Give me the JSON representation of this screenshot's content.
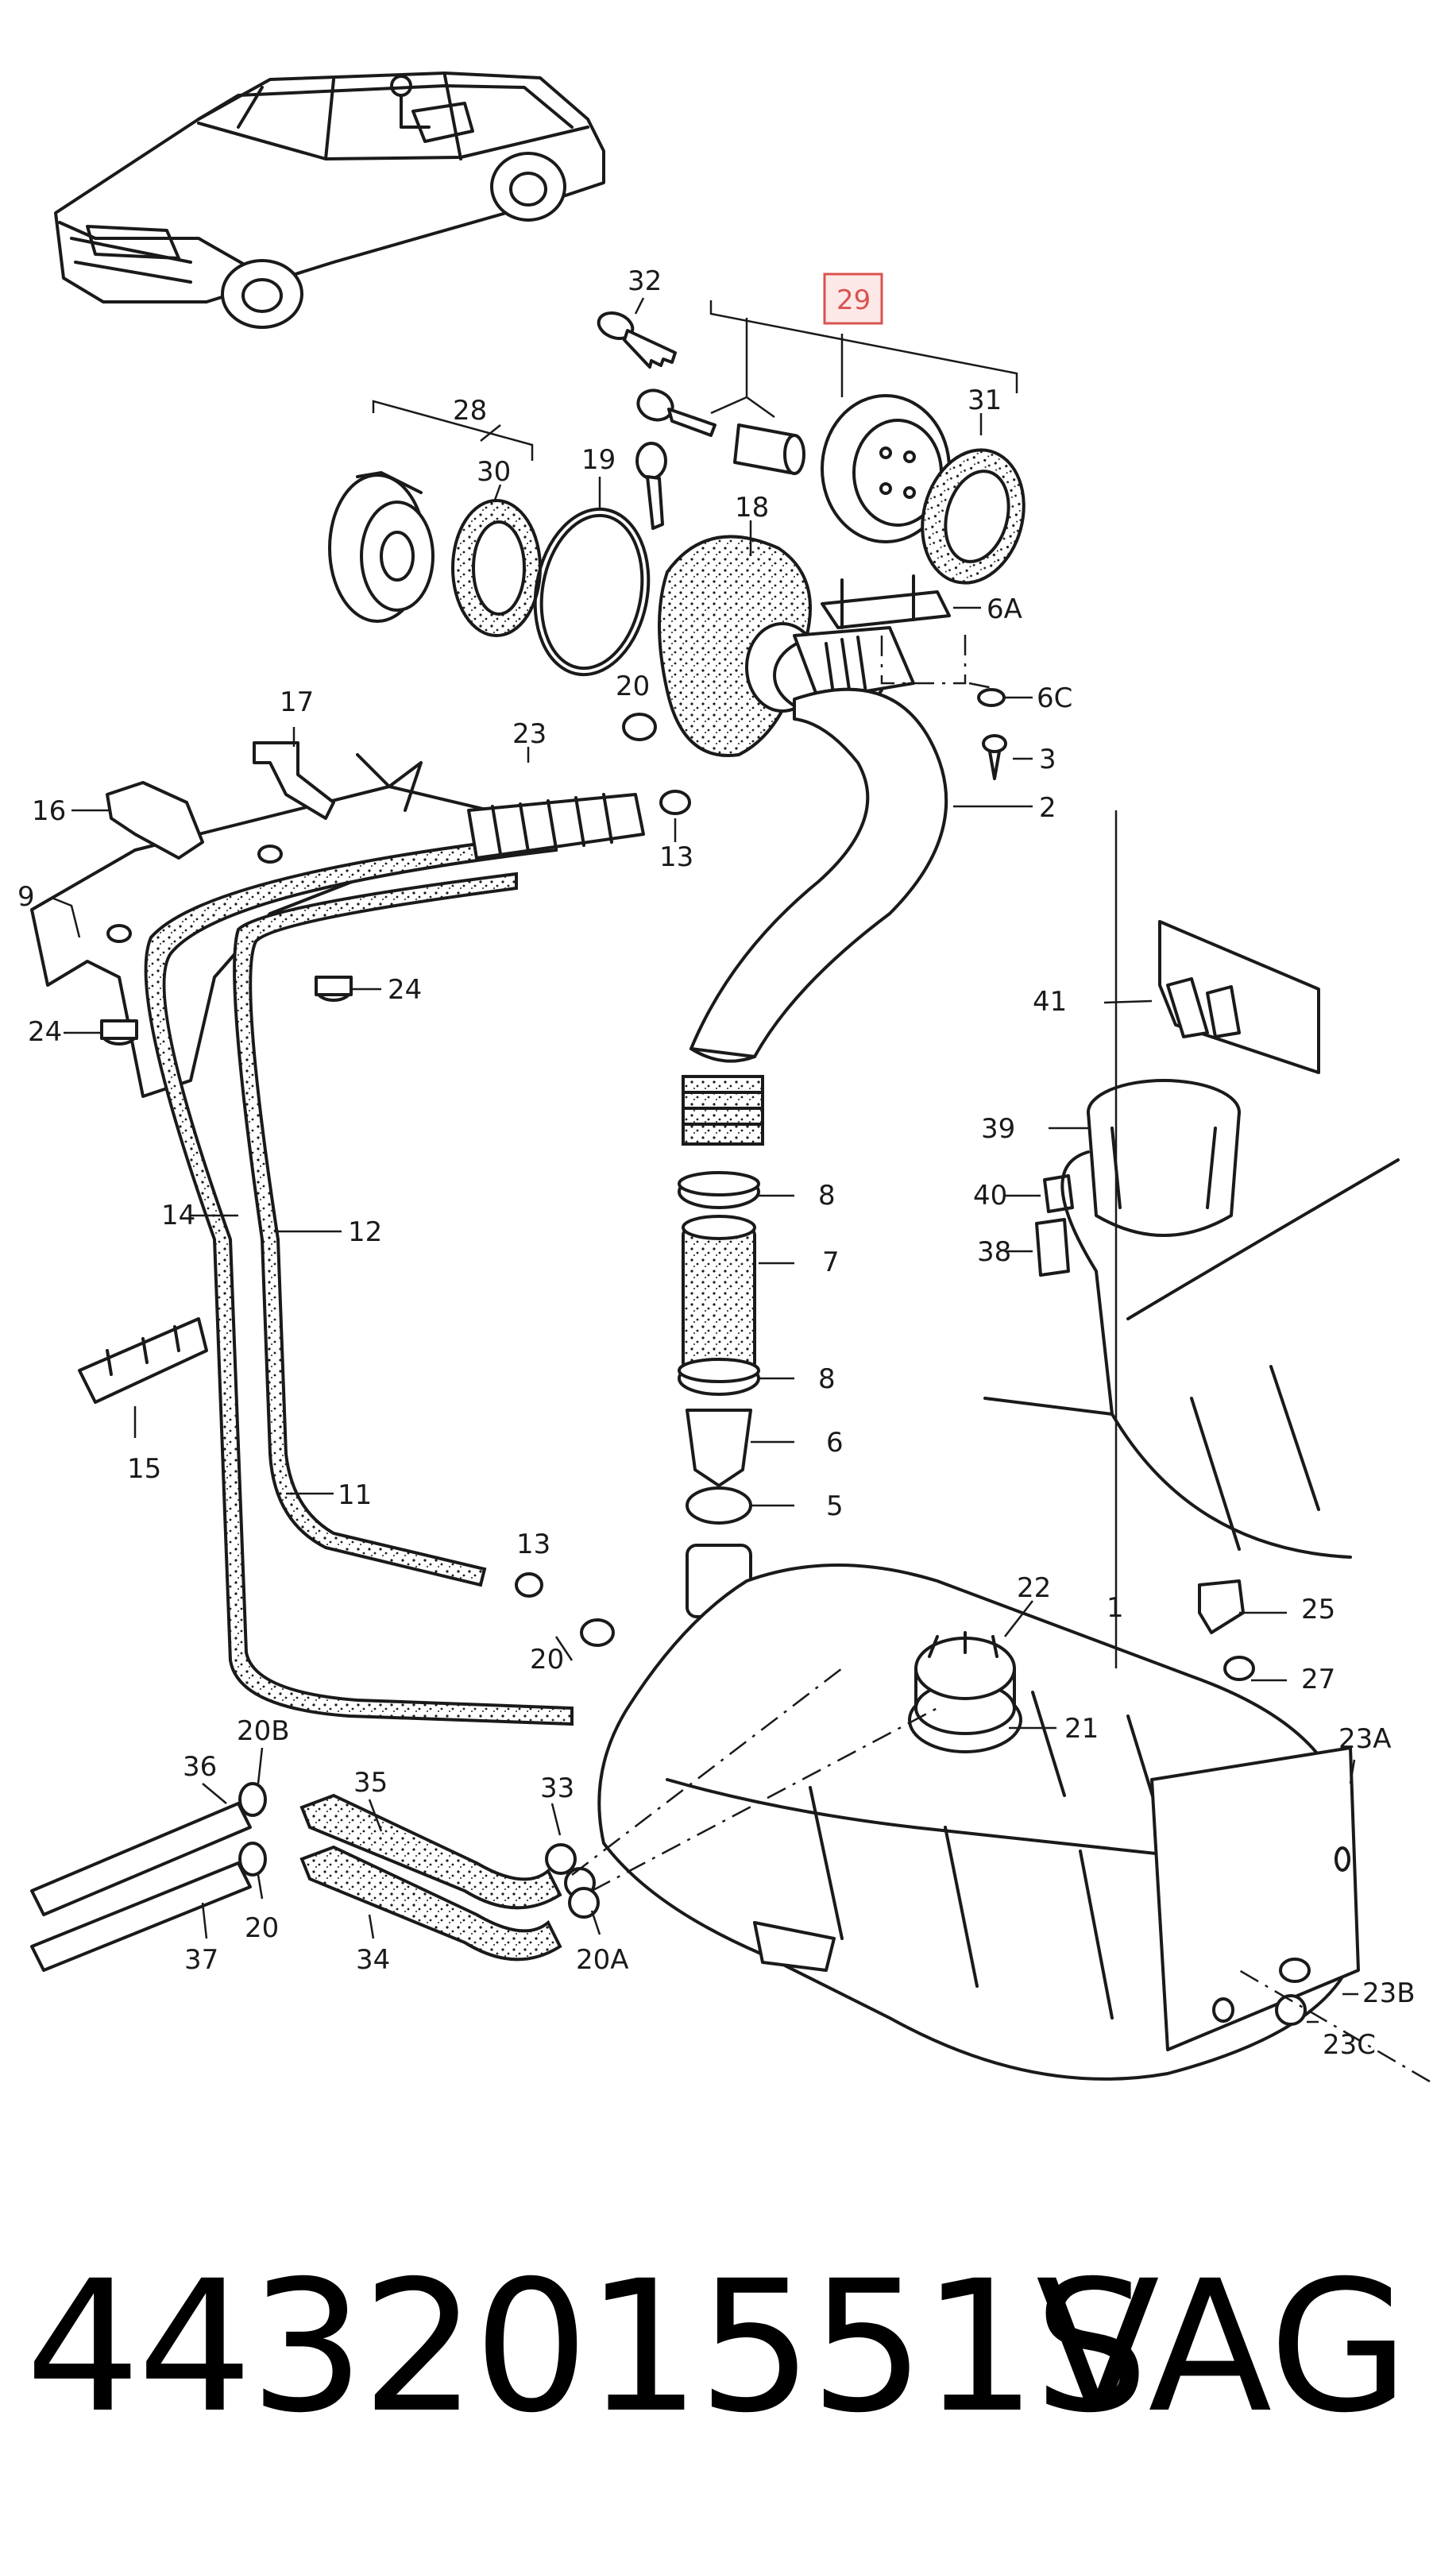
{
  "diagram": {
    "highlight_color": "#d9534f",
    "highlight_fill": "#fde8e8",
    "callouts": {
      "c1": "1",
      "c2": "2",
      "c3": "3",
      "c5": "5",
      "c6": "6",
      "c6A": "6A",
      "c6C": "6C",
      "c7": "7",
      "c8a": "8",
      "c8b": "8",
      "c9": "9",
      "c11": "11",
      "c12": "12",
      "c13a": "13",
      "c13b": "13",
      "c14": "14",
      "c15": "15",
      "c16": "16",
      "c17": "17",
      "c18": "18",
      "c19": "19",
      "c20a": "20",
      "c20b": "20",
      "c20c": "20",
      "c20A": "20A",
      "c20B": "20B",
      "c21": "21",
      "c22": "22",
      "c23": "23",
      "c23A": "23A",
      "c23B": "23B",
      "c23C": "23C",
      "c24a": "24",
      "c24b": "24",
      "c25": "25",
      "c27": "27",
      "c28": "28",
      "c29": "29",
      "c30": "30",
      "c31": "31",
      "c32": "32",
      "c33": "33",
      "c34": "34",
      "c35": "35",
      "c36": "36",
      "c37": "37",
      "c38": "38",
      "c39": "39",
      "c40": "40",
      "c41": "41"
    }
  },
  "footer": {
    "part_number": "443201551S",
    "brand": "VAG"
  }
}
